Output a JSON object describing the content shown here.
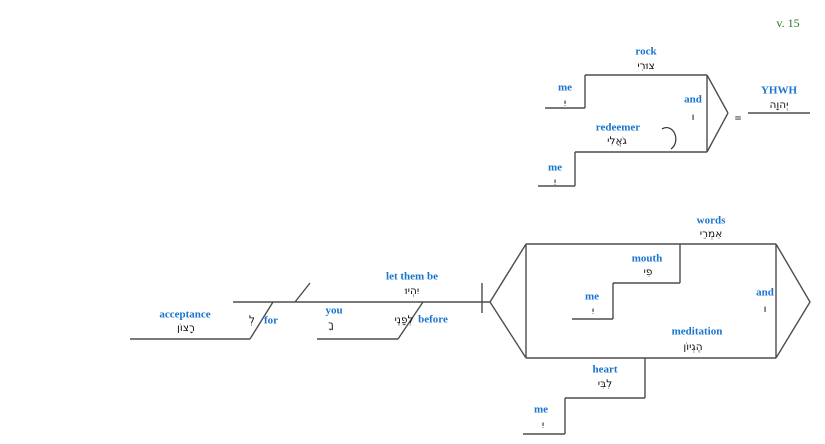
{
  "verse_ref": "v. 15",
  "colors": {
    "gloss_blue": "#1874CD",
    "verse_green": "#217821",
    "line_gray": "#4d4d4d",
    "hebrew_black": "#111111"
  },
  "top_diagram": {
    "rock": {
      "gloss": "rock",
      "hebrew": "צוּרִי"
    },
    "rock_me": {
      "gloss": "me",
      "hebrew": "יִ"
    },
    "redeemer": {
      "gloss": "redeemer",
      "hebrew": "גֹאֲלִי"
    },
    "redeemer_me": {
      "gloss": "me",
      "hebrew": "יִ"
    },
    "conjunction": {
      "gloss": "and",
      "hebrew": "ו"
    },
    "equals_sign": "=",
    "yhwh": {
      "gloss": "YHWH",
      "hebrew": "יְהוָה"
    }
  },
  "bottom_diagram": {
    "verb": {
      "gloss": "let them be",
      "hebrew": "יִהְיוּ"
    },
    "preposition_for": {
      "gloss": "for",
      "hebrew": "לְ"
    },
    "acceptance": {
      "gloss": "acceptance",
      "hebrew": "רָצוֹן"
    },
    "preposition_before": {
      "gloss": "before",
      "hebrew": "לְפָנֶי"
    },
    "you": {
      "gloss": "you",
      "hebrew": "ךָ"
    },
    "words": {
      "gloss": "words",
      "hebrew": "אִמְרֵי"
    },
    "mouth": {
      "gloss": "mouth",
      "hebrew": "פִי"
    },
    "mouth_me": {
      "gloss": "me",
      "hebrew": "יִ"
    },
    "conjunction": {
      "gloss": "and",
      "hebrew": "ו"
    },
    "meditation": {
      "gloss": "meditation",
      "hebrew": "הֶגְיוֹן"
    },
    "heart": {
      "gloss": "heart",
      "hebrew": "לִבִּי"
    },
    "heart_me": {
      "gloss": "me",
      "hebrew": "יִ"
    }
  }
}
